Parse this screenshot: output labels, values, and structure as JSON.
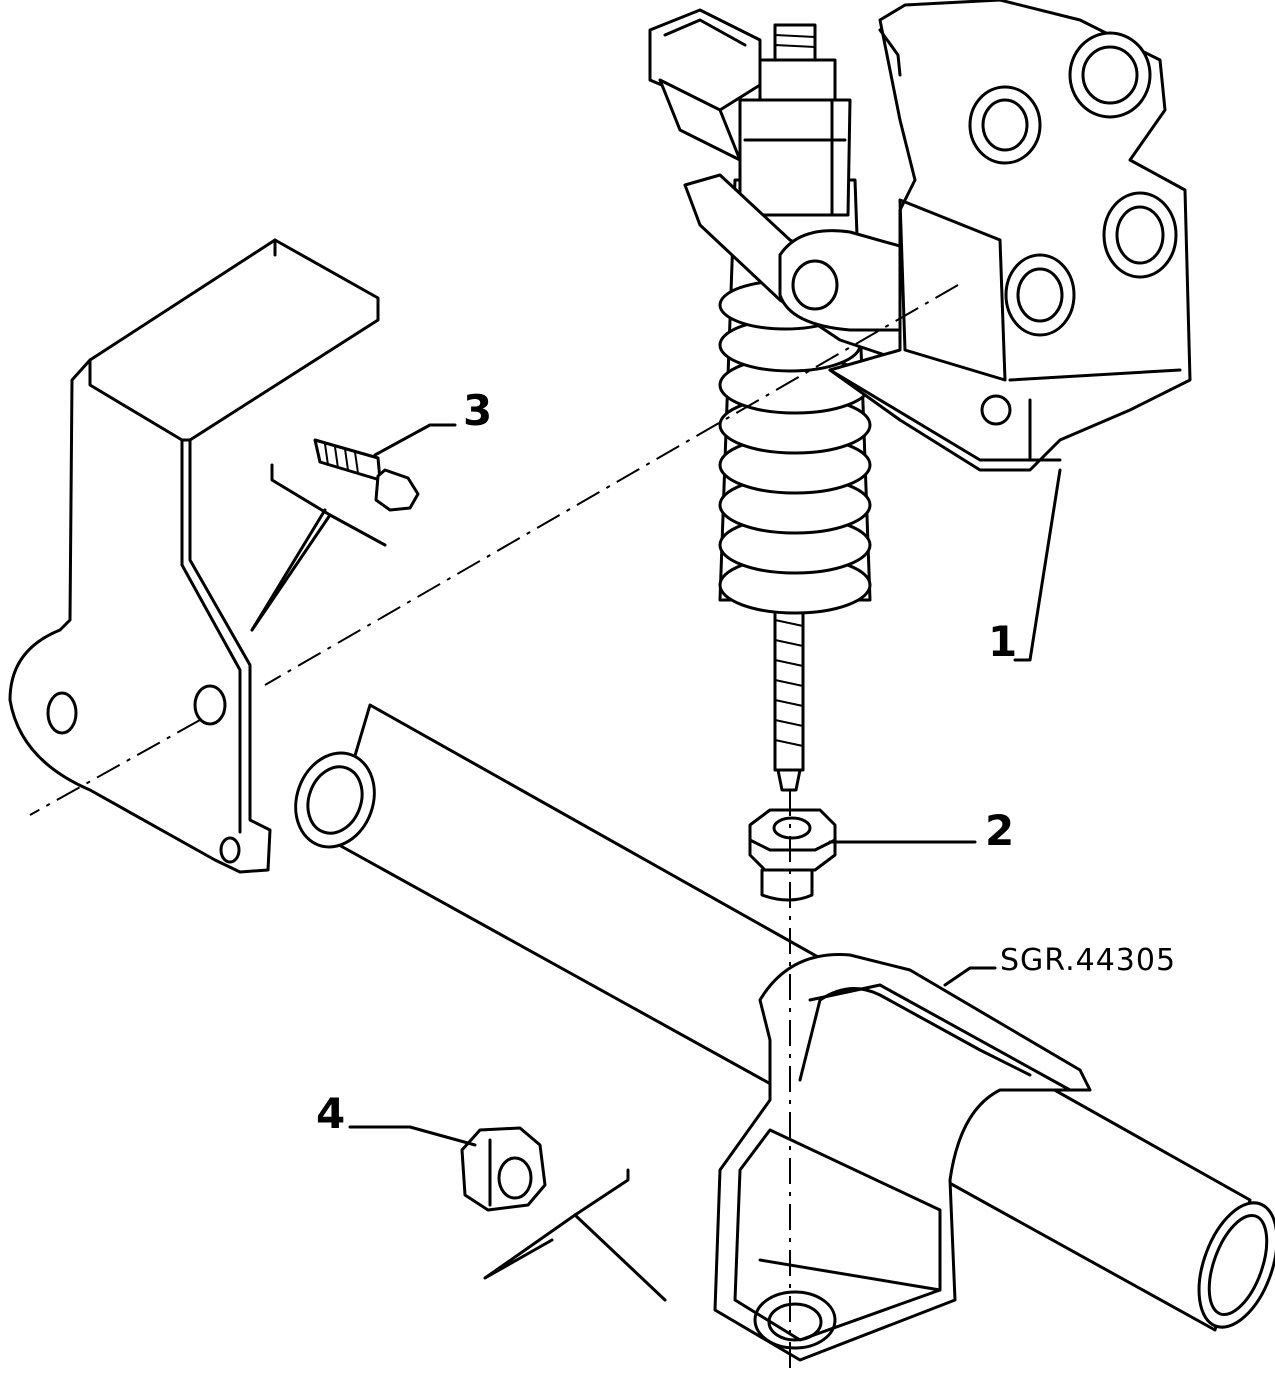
{
  "callouts": [
    {
      "id": "1",
      "label": "1"
    },
    {
      "id": "2",
      "label": "2"
    },
    {
      "id": "3",
      "label": "3"
    },
    {
      "id": "4",
      "label": "4"
    }
  ],
  "reference_code": "SGR.44305",
  "colors": {
    "ink": "#000000",
    "paper": "#ffffff"
  }
}
